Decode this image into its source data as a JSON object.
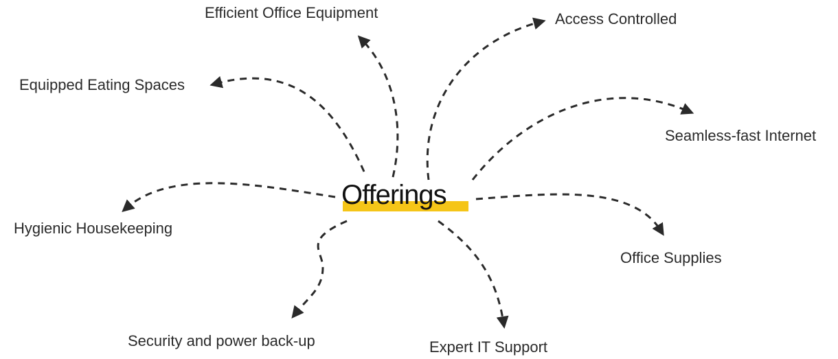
{
  "center": {
    "label": "Offerings",
    "highlight_color": "#f5c518"
  },
  "offerings": [
    {
      "id": "equipment",
      "label": "Efficient Office Equipment"
    },
    {
      "id": "access",
      "label": "Access Controlled"
    },
    {
      "id": "eating",
      "label": "Equipped Eating Spaces"
    },
    {
      "id": "internet",
      "label": "Seamless-fast Internet"
    },
    {
      "id": "housekeeping",
      "label": "Hygienic Housekeeping"
    },
    {
      "id": "supplies",
      "label": "Office Supplies"
    },
    {
      "id": "security",
      "label": "Security and power back-up"
    },
    {
      "id": "it",
      "label": "Expert IT Support"
    }
  ],
  "line_color": "#2a2a2a"
}
